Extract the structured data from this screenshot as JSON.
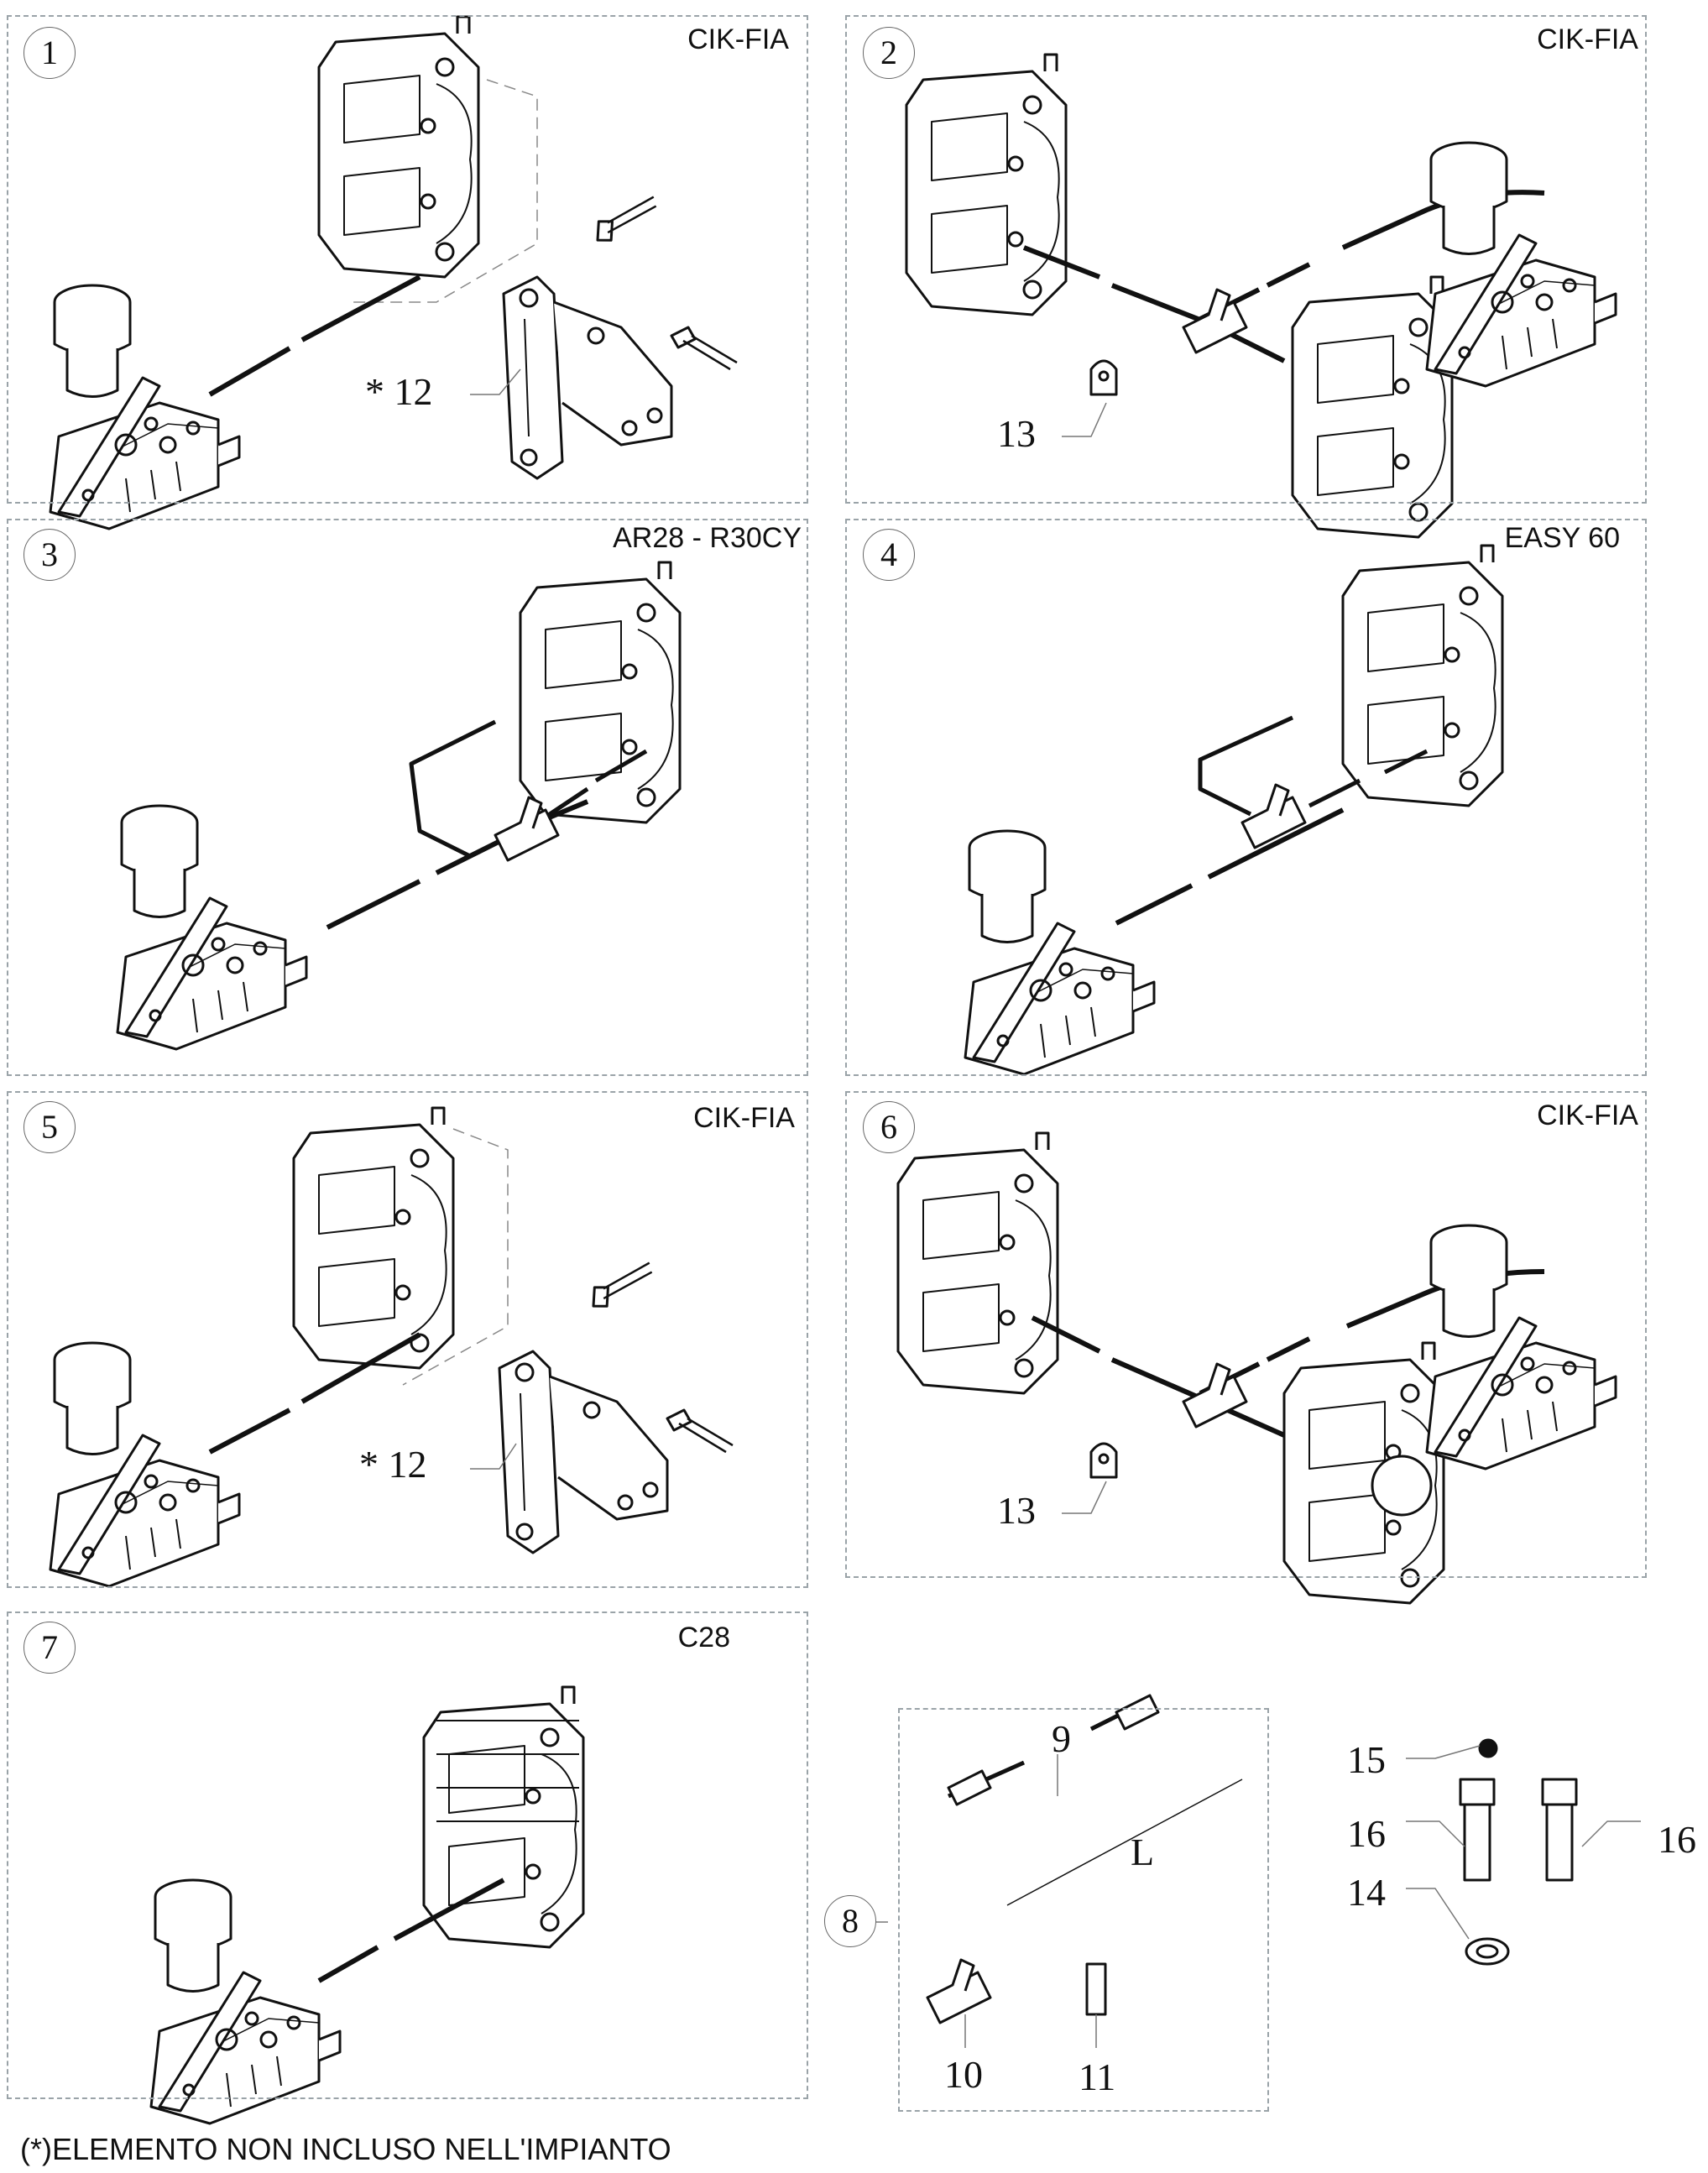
{
  "panels": [
    {
      "number": "1",
      "title": "CIK-FIA",
      "refs": [
        "* 12"
      ]
    },
    {
      "number": "2",
      "title": "CIK-FIA",
      "refs": [
        "13"
      ]
    },
    {
      "number": "3",
      "title": "AR28 - R30CY",
      "refs": []
    },
    {
      "number": "4",
      "title": "EASY 60",
      "refs": []
    },
    {
      "number": "5",
      "title": "CIK-FIA",
      "refs": [
        "* 12"
      ]
    },
    {
      "number": "6",
      "title": "CIK-FIA",
      "refs": [
        "13"
      ]
    },
    {
      "number": "7",
      "title": "C28",
      "refs": []
    },
    {
      "number": "8",
      "title": "",
      "refs": [
        "9",
        "L",
        "10",
        "11"
      ]
    }
  ],
  "loose_parts": {
    "p15": "15",
    "p16a": "16",
    "p16b": "16",
    "p14": "14"
  },
  "footer": "(*)ELEMENTO NON INCLUSO NELL'IMPIANTO"
}
